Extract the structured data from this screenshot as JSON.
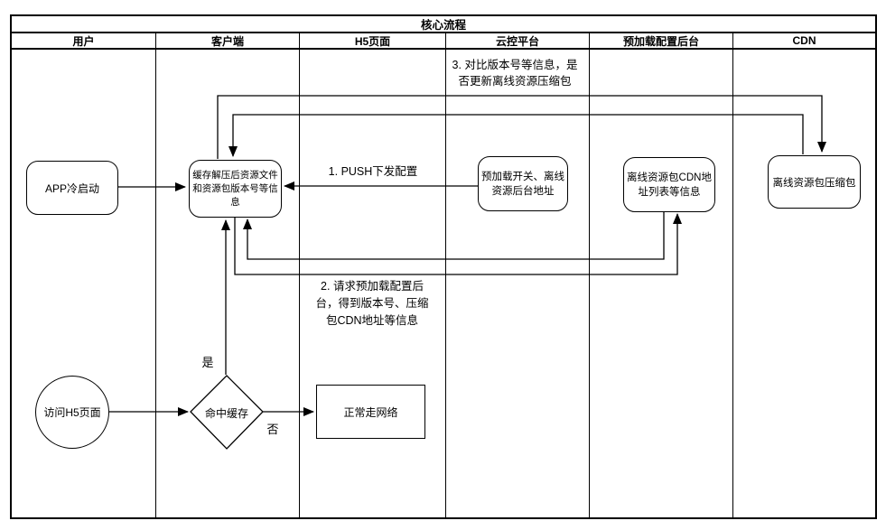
{
  "title": "核心流程",
  "lanes": [
    {
      "label": "用户"
    },
    {
      "label": "客户端"
    },
    {
      "label": "H5页面"
    },
    {
      "label": "云控平台"
    },
    {
      "label": "预加载配置后台"
    },
    {
      "label": "CDN"
    }
  ],
  "nodes": {
    "app_cold_start": {
      "label": "APP冷启动",
      "shape": "rounded-rect",
      "lane": "用户"
    },
    "client_cache": {
      "label": "缓存解压后资源文件\n和资源包版本号等信\n息",
      "shape": "rounded-rect",
      "lane": "客户端"
    },
    "cloud_config": {
      "label": "预加载开关、离线\n资源后台地址",
      "shape": "rounded-rect",
      "lane": "云控平台"
    },
    "preload_backend": {
      "label": "离线资源包CDN地\n址列表等信息",
      "shape": "rounded-rect",
      "lane": "预加载配置后台"
    },
    "cdn_package": {
      "label": "离线资源包压缩包",
      "shape": "rounded-rect",
      "lane": "CDN"
    },
    "visit_h5": {
      "label": "访问H5页面",
      "shape": "circle",
      "lane": "用户"
    },
    "cache_hit": {
      "label": "命中缓存",
      "shape": "diamond",
      "lane": "客户端"
    },
    "normal_network": {
      "label": "正常走网络",
      "shape": "rect",
      "lane": "H5页面"
    }
  },
  "annotations": {
    "push_config": "1. PUSH下发配置",
    "request_preload": "2. 请求预加载配置后\n台，得到版本号、压缩\n包CDN地址等信息",
    "compare_version": "3. 对比版本号等信息，是\n否更新离线资源压缩包",
    "branch_yes": "是",
    "branch_no": "否"
  },
  "edges": [
    {
      "from": "app_cold_start",
      "to": "client_cache",
      "label": ""
    },
    {
      "from": "client_cache",
      "to": "cdn_package",
      "label": ""
    },
    {
      "from": "cdn_package",
      "to": "client_cache",
      "label": ""
    },
    {
      "from": "cloud_config",
      "to": "client_cache",
      "label": "1. PUSH下发配置"
    },
    {
      "from": "client_cache",
      "to": "preload_backend",
      "label": "2. 请求预加载配置后台，得到版本号、压缩包CDN地址等信息"
    },
    {
      "from": "preload_backend",
      "to": "client_cache",
      "label": ""
    },
    {
      "from": "visit_h5",
      "to": "cache_hit",
      "label": ""
    },
    {
      "from": "cache_hit",
      "to": "client_cache",
      "label": "是"
    },
    {
      "from": "cache_hit",
      "to": "normal_network",
      "label": "否"
    }
  ],
  "colors": {
    "stroke": "#000000",
    "background": "#ffffff",
    "text": "#000000"
  }
}
